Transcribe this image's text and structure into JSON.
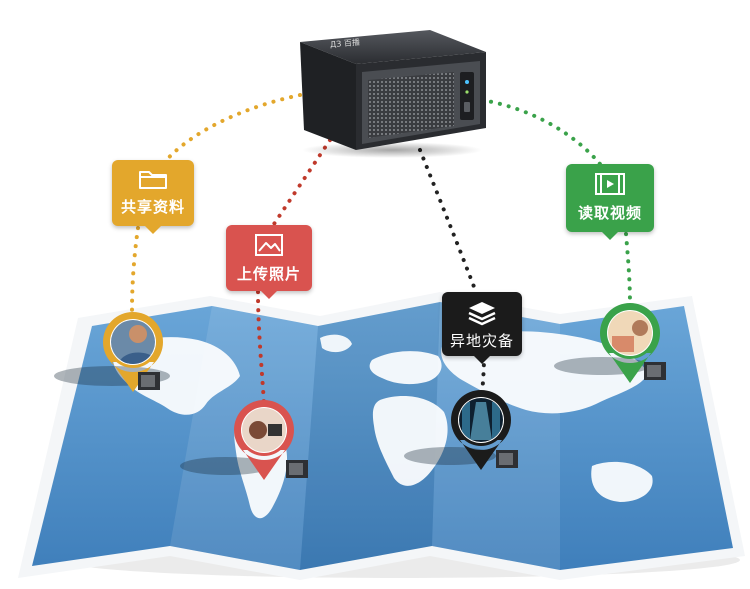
{
  "colors": {
    "share": "#e3a72c",
    "upload": "#d9534f",
    "backup": "#1b1b1b",
    "video": "#3aa24a",
    "map_land": "#ffffff",
    "map_sea": "#4f90c8",
    "nas_body": "#2a2c30"
  },
  "badges": {
    "share": {
      "label": "共享资料",
      "icon": "folder-icon"
    },
    "upload": {
      "label": "上传照片",
      "icon": "image-icon"
    },
    "backup": {
      "label": "异地灾备",
      "icon": "layers-icon"
    },
    "video": {
      "label": "读取视频",
      "icon": "film-icon"
    }
  },
  "device": {
    "brand_text": "ДЗ 百播"
  }
}
